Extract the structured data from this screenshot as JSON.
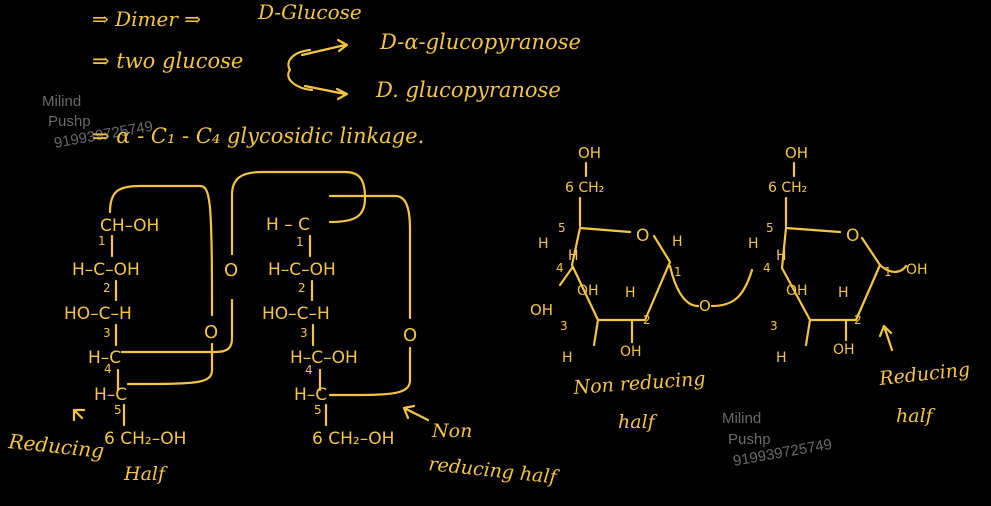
{
  "colors": {
    "background": "#000000",
    "ink": "#f5c542",
    "watermark": "#6a6a6a"
  },
  "notes": {
    "line1_a": "⇒ Dimer ⇒",
    "line1_b": "D-Glucose",
    "line2": "⇒ two glucose",
    "branch_top": "D-α-glucopyranose",
    "branch_bottom": "D. glucopyranose",
    "line3": "⇒ α - C₁ - C₄ glycosidic linkage."
  },
  "watermark": {
    "line1": "Milind",
    "line2": "Pushp",
    "line3": "919939725749"
  },
  "left_unit": {
    "c1": "CH–OH",
    "n1": "1",
    "c2": "H–C–OH",
    "n2": "2",
    "c3": "HO–C–H",
    "n3": "3",
    "c4": "H–C",
    "n4": "4",
    "c5": "H–C",
    "n5": "5",
    "c6": "6 CH₂–OH",
    "ring_o": "O",
    "label_a": "Reducing",
    "label_b": "Half"
  },
  "bridge_o": "O",
  "right_unit": {
    "c1": "H – C",
    "n1": "1",
    "c2": "H–C–OH",
    "n2": "2",
    "c3": "HO–C–H",
    "n3": "3",
    "c4": "H–C–OH",
    "n4": "4",
    "c5": "H–C",
    "n5": "5",
    "c6": "6 CH₂–OH",
    "ring_o": "O",
    "label_a": "Non",
    "label_b": "reducing half"
  },
  "haworth_left": {
    "oh_top": "OH",
    "ch2": "6 CH₂",
    "n5": "5",
    "ring_o": "O",
    "h_left": "H",
    "h_right": "H",
    "h_in": "H",
    "n4": "4",
    "n1": "1",
    "oh_in": "OH",
    "h_in2": "H",
    "oh_left": "OH",
    "n3": "3",
    "n2": "2",
    "h_bottom": "H",
    "oh_bottom": "OH",
    "label_a": "Non reducing",
    "label_b": "half"
  },
  "link_o": "O",
  "haworth_right": {
    "oh_top": "OH",
    "ch2": "6 CH₂",
    "n5": "5",
    "ring_o": "O",
    "h_left": "H",
    "h_in": "H",
    "n4": "4",
    "n1": "1",
    "oh_right": "OH",
    "oh_in": "OH",
    "h_in2": "H",
    "n3": "3",
    "n2": "2",
    "h_bottom": "H",
    "oh_bottom": "OH",
    "label_a": "Reducing",
    "label_b": "half"
  }
}
